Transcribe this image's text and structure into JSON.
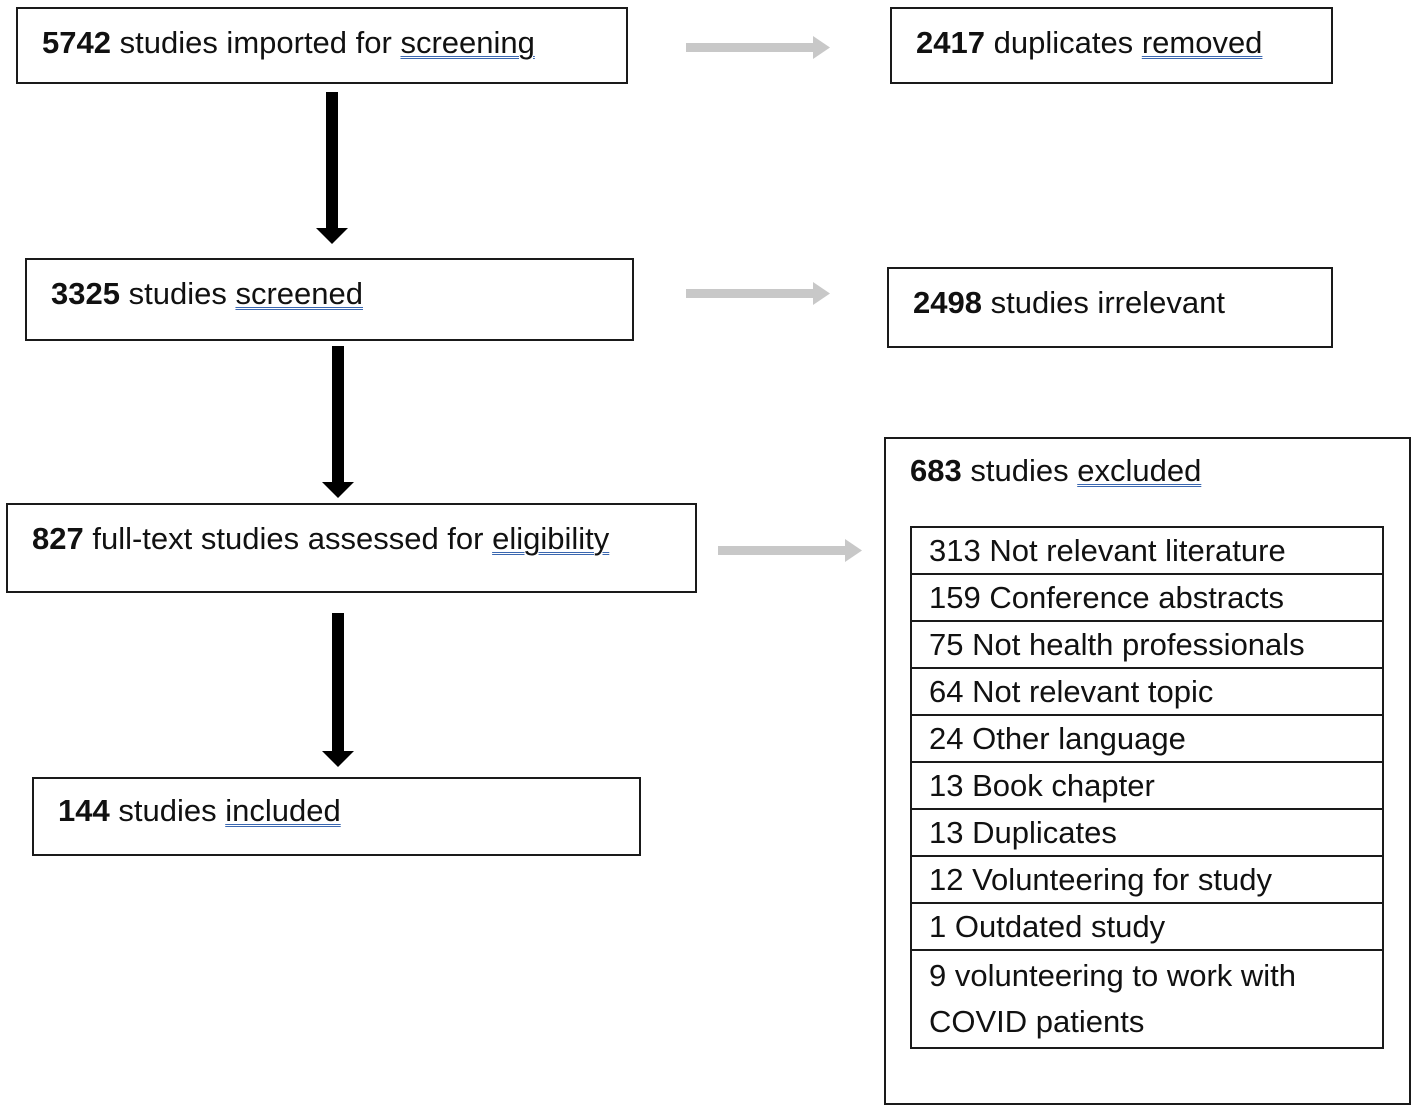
{
  "flow": {
    "imported": {
      "num": "5742",
      "text": "studies imported for",
      "ul": "screening"
    },
    "duplicates": {
      "num": "2417",
      "text": "duplicates",
      "ul": "removed"
    },
    "screened": {
      "num": "3325",
      "text": "studies",
      "ul": "screened"
    },
    "irrelevant": {
      "num": "2498",
      "text": "studies irrelevant"
    },
    "fulltext": {
      "num": "827",
      "text": "full-text studies assessed for",
      "ul": "eligibility"
    },
    "included": {
      "num": "144",
      "text": "studies",
      "ul": "included"
    }
  },
  "excluded": {
    "num": "683",
    "text": "studies",
    "ul": "excluded",
    "reasons": [
      "313 Not relevant literature",
      "159 Conference abstracts",
      "75 Not health professionals",
      "64 Not relevant topic",
      "24 Other language",
      "13 Book chapter",
      "13 Duplicates",
      "12 Volunteering for study",
      "1 Outdated study",
      "9 volunteering to work with COVID patients"
    ]
  },
  "colors": {
    "main_arrow": "#000000",
    "side_arrow": "#c8c8c8",
    "underline": "#3a67b0"
  }
}
